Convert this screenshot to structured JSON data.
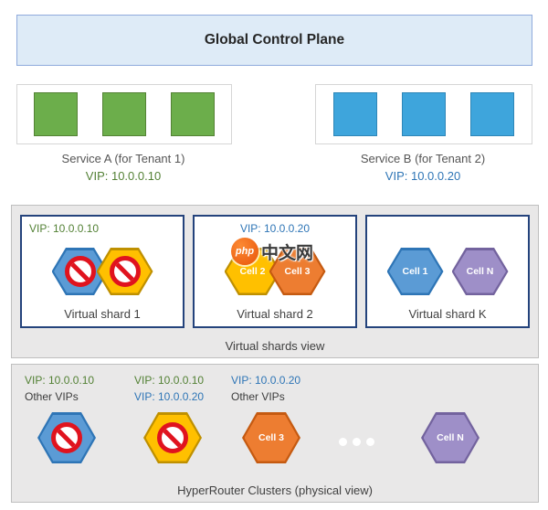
{
  "global_control_plane": {
    "label": "Global Control Plane"
  },
  "services": [
    {
      "name": "Service A (for Tenant 1)",
      "vip": "VIP: 10.0.0.10",
      "square_color": "#6CAE4B",
      "square_count": 3
    },
    {
      "name": "Service B (for Tenant 2)",
      "vip": "VIP: 10.0.0.20",
      "square_color": "#3EA5DC",
      "square_count": 3
    }
  ],
  "virtual_shards": {
    "caption": "Virtual shards view",
    "shards": [
      {
        "label": "Virtual shard 1",
        "vip": "VIP: 10.0.0.10",
        "cells": [
          {
            "status": "unavailable",
            "color": "blue"
          },
          {
            "status": "unavailable",
            "color": "yellow"
          }
        ]
      },
      {
        "label": "Virtual shard 2",
        "vip": "VIP: 10.0.0.20",
        "cells": [
          {
            "label": "Cell 2",
            "color": "yellow"
          },
          {
            "label": "Cell 3",
            "color": "orange"
          }
        ]
      },
      {
        "label": "Virtual shard K",
        "cells": [
          {
            "label": "Cell 1",
            "color": "blue"
          },
          {
            "label": "Cell N",
            "color": "purple"
          }
        ]
      }
    ]
  },
  "physical": {
    "caption": "HyperRouter Clusters (physical view)",
    "vip_groups": [
      {
        "line1": "VIP: 10.0.0.10",
        "line2": "Other VIPs"
      },
      {
        "line1": "VIP: 10.0.0.10",
        "line2": "VIP: 10.0.0.20"
      },
      {
        "line1": "VIP: 10.0.0.20",
        "line2": "Other VIPs"
      }
    ],
    "routers": [
      {
        "status": "unavailable",
        "color": "blue"
      },
      {
        "status": "unavailable",
        "color": "yellow"
      },
      {
        "label": "Cell 3",
        "color": "orange"
      },
      {
        "type": "ellipsis"
      },
      {
        "label": "Cell N",
        "color": "purple"
      }
    ]
  },
  "watermark": {
    "badge": "php",
    "text": "中文网"
  },
  "colors": {
    "vip_green": "#538135",
    "vip_blue": "#2E75B6",
    "hex_blue": "#5B9BD5",
    "hex_yellow": "#FFC000",
    "hex_orange": "#ED7D31",
    "hex_purple": "#9E8FC8",
    "control_plane_bg": "#DEEBF7",
    "panel_bg": "#E9E8E8"
  }
}
